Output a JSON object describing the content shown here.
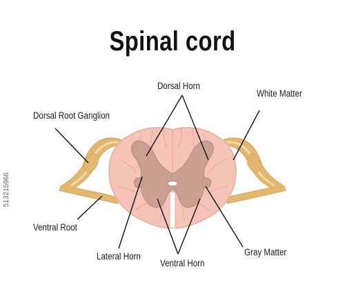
{
  "title": "Spinal cord",
  "labels": {
    "dorsal_horn": "Dorsal Horn",
    "white_matter": "White Matter",
    "dorsal_root_ganglion": "Dorsal Root Ganglion",
    "ventral_root": "Ventral Root",
    "lateral_horn": "Lateral Horn",
    "ventral_horn": "Ventral Horn",
    "gray_matter": "Gray Matter"
  },
  "stock_id": "513215966",
  "colors": {
    "white_matter": "#f6c3b9",
    "white_matter_stroke": "#e9a99c",
    "gray_matter": "#c9a08f",
    "nerve_root": "#e2b871",
    "nerve_root_inner": "#f3dba8",
    "leader_line": "#111111"
  }
}
